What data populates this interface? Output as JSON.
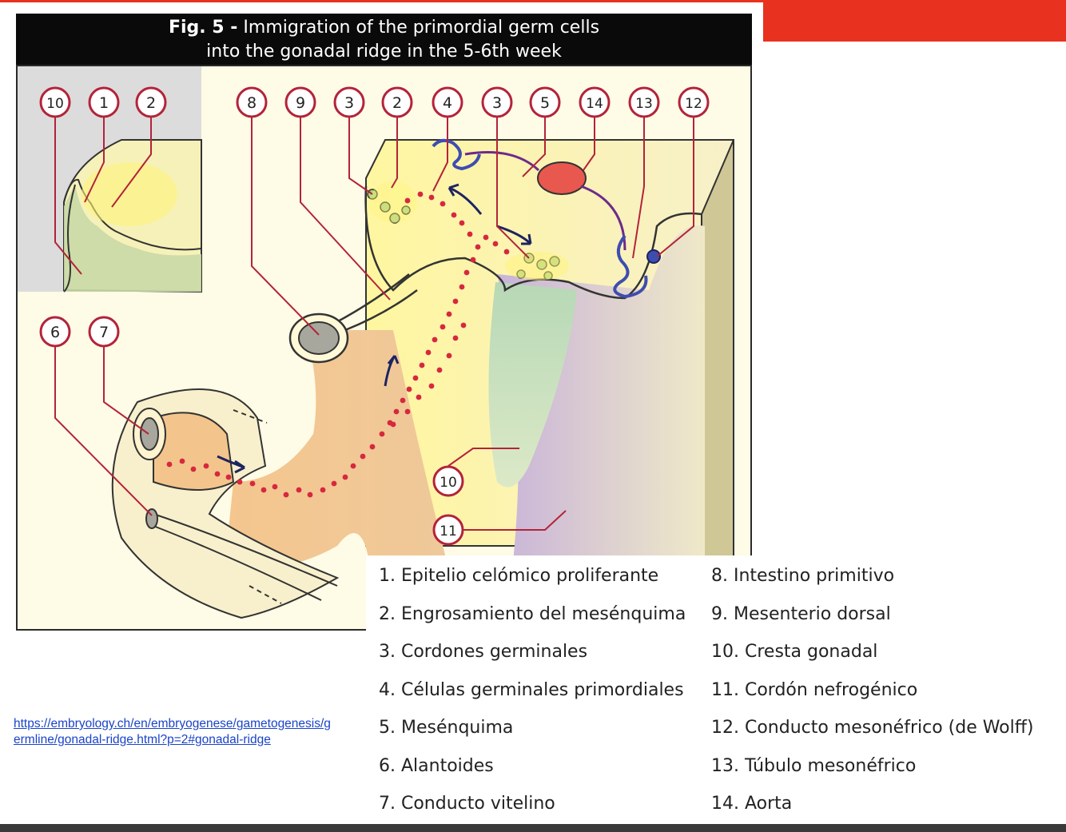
{
  "figure": {
    "title_bold": "Fig. 5 -",
    "title_rest": "Immigration of the primordial germ cells",
    "title_line2": "into the gonadal ridge in the 5-6th week",
    "callouts": [
      "10",
      "1",
      "2",
      "8",
      "9",
      "3",
      "2",
      "4",
      "3",
      "5",
      "14",
      "13",
      "12",
      "6",
      "7",
      "10",
      "11"
    ]
  },
  "legend": {
    "left": [
      "1. Epitelio celómico proliferante",
      "2. Engrosamiento del mesénquima",
      "3. Cordones germinales",
      "4. Células germinales primordiales",
      "5. Mesénquima",
      "6. Alantoides",
      "7. Conducto vitelino"
    ],
    "right": [
      "8. Intestino primitivo",
      "9. Mesenterio dorsal",
      "10. Cresta gonadal",
      "11. Cordón nefrogénico",
      "12. Conducto mesonéfrico (de Wolff)",
      "13. Túbulo mesonéfrico",
      "14. Aorta"
    ]
  },
  "source": {
    "url": "https://embryology.ch/en/embryogenese/gametogenesis/germline/gonadal-ridge.html?p=2#gonadal-ridge"
  },
  "colors": {
    "accent_red": "#e8321f",
    "dark_bar": "#3a3a3a",
    "callout_red": "#b3233a",
    "cell_red": "#d6283f"
  }
}
